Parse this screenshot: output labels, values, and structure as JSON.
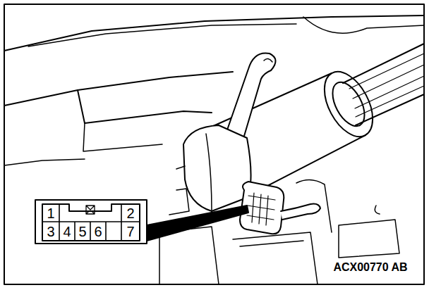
{
  "diagram": {
    "labels": [
      "1",
      "2",
      "3",
      "4",
      "5",
      "6",
      "7",
      "ACX00770 AB"
    ]
  }
}
